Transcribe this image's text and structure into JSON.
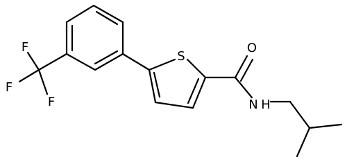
{
  "molecule": {
    "atoms": {
      "fluorine_1": "F",
      "fluorine_2": "F",
      "fluorine_3": "F",
      "sulfur": "S",
      "oxygen": "O",
      "nitrogen_amide": "N",
      "amide_hydrogen": "H"
    },
    "colors": {
      "bond": "#000000",
      "label": "#000000",
      "background": "#ffffff"
    }
  }
}
